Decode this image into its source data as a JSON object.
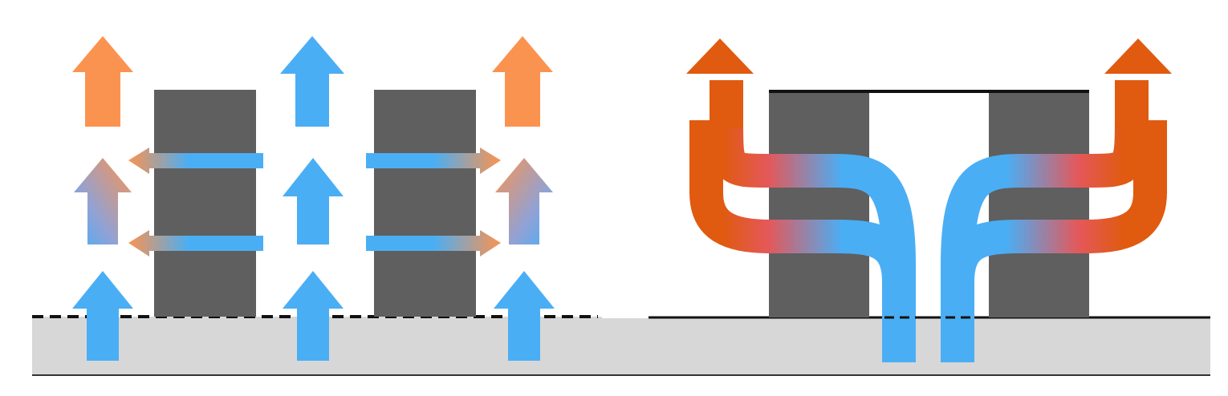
{
  "panels": [
    {
      "id": "left",
      "description_visible": false,
      "elements": [
        "floor-slab",
        "dashed-seal-line",
        "component-block",
        "component-block",
        "blue-arrows",
        "orange-arrows",
        "gradient-arrows"
      ]
    },
    {
      "id": "right",
      "description_visible": false,
      "elements": [
        "floor-slab",
        "solid-seal-line",
        "component-block",
        "component-block",
        "top-cover",
        "split-flow-arrows"
      ]
    }
  ],
  "colors": {
    "cool_air": "#4aaef5",
    "warm_air_light": "#fb9350",
    "warm_air_dark": "#e05a10",
    "component": "#5f5f5f",
    "floor": "#d7d7d7",
    "line": "#111111"
  },
  "icons": {
    "up_arrow": "up-arrow-icon",
    "side_arrow": "side-arrow-icon",
    "curved_arrow": "curved-arrow-icon"
  }
}
